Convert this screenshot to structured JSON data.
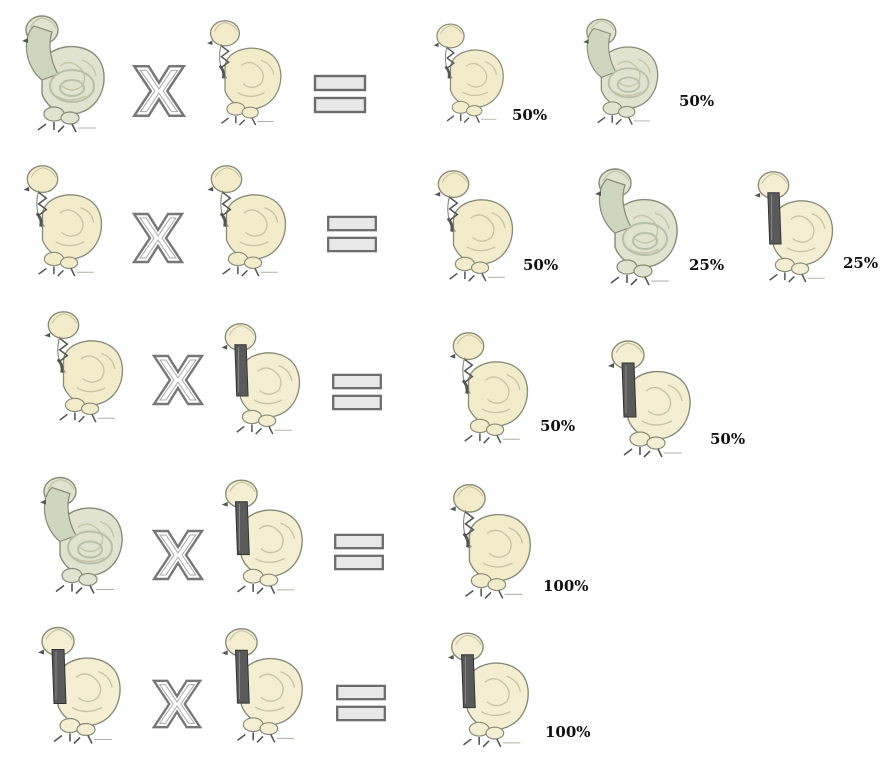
{
  "symbols": {
    "cross": "X",
    "equals": "="
  },
  "legend": {
    "type_a": {
      "name": "blue-grey-bird-icon",
      "body": "#dfe3cf",
      "neck": "#cfd6c0"
    },
    "type_b": {
      "name": "cream-splash-bird-icon",
      "body": "#f3eccb",
      "neck": "#6e6e6e"
    },
    "type_c": {
      "name": "dark-neck-bird-icon",
      "body": "#f4efd2",
      "neck": "#5a5a5a"
    }
  },
  "crosses": [
    {
      "parents": [
        "A",
        "B"
      ],
      "offspring": [
        {
          "type": "B",
          "percent": "50%"
        },
        {
          "type": "A",
          "percent": "50%"
        }
      ]
    },
    {
      "parents": [
        "B",
        "B"
      ],
      "offspring": [
        {
          "type": "B",
          "percent": "50%"
        },
        {
          "type": "A",
          "percent": "25%"
        },
        {
          "type": "C",
          "percent": "25%"
        }
      ]
    },
    {
      "parents": [
        "B",
        "C"
      ],
      "offspring": [
        {
          "type": "B",
          "percent": "50%"
        },
        {
          "type": "C",
          "percent": "50%"
        }
      ]
    },
    {
      "parents": [
        "A",
        "C"
      ],
      "offspring": [
        {
          "type": "B",
          "percent": "100%"
        }
      ]
    },
    {
      "parents": [
        "C",
        "C"
      ],
      "offspring": [
        {
          "type": "C",
          "percent": "100%"
        }
      ]
    }
  ]
}
